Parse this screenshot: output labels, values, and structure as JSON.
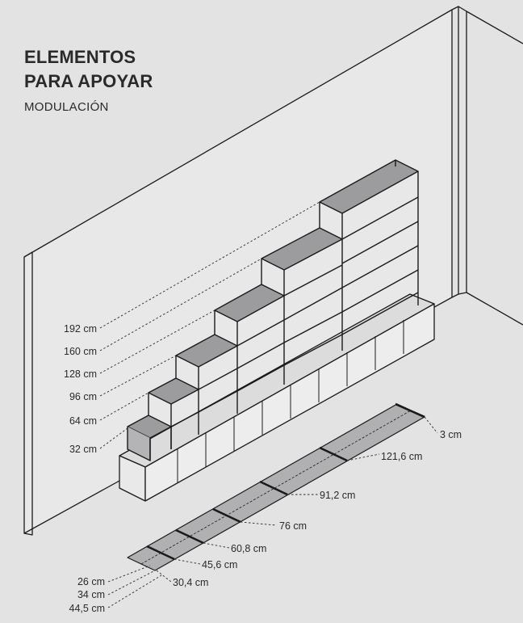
{
  "header": {
    "title_line1": "ELEMENTOS",
    "title_line2": "PARA APOYAR",
    "subtitle": "MODULACIÓN"
  },
  "heights": [
    "192 cm",
    "160 cm",
    "128 cm",
    "96 cm",
    "64 cm",
    "32 cm"
  ],
  "widths": [
    "3 cm",
    "121,6 cm",
    "91,2 cm",
    "76 cm",
    "60,8 cm",
    "45,6 cm",
    "30,4 cm"
  ],
  "depths": [
    "26 cm",
    "34 cm",
    "44,5 cm"
  ],
  "colors": {
    "background": "#e3e3e4",
    "wall": "#e8e8e9",
    "shelf": "#9c9c9e",
    "line": "#1a1a1a"
  }
}
